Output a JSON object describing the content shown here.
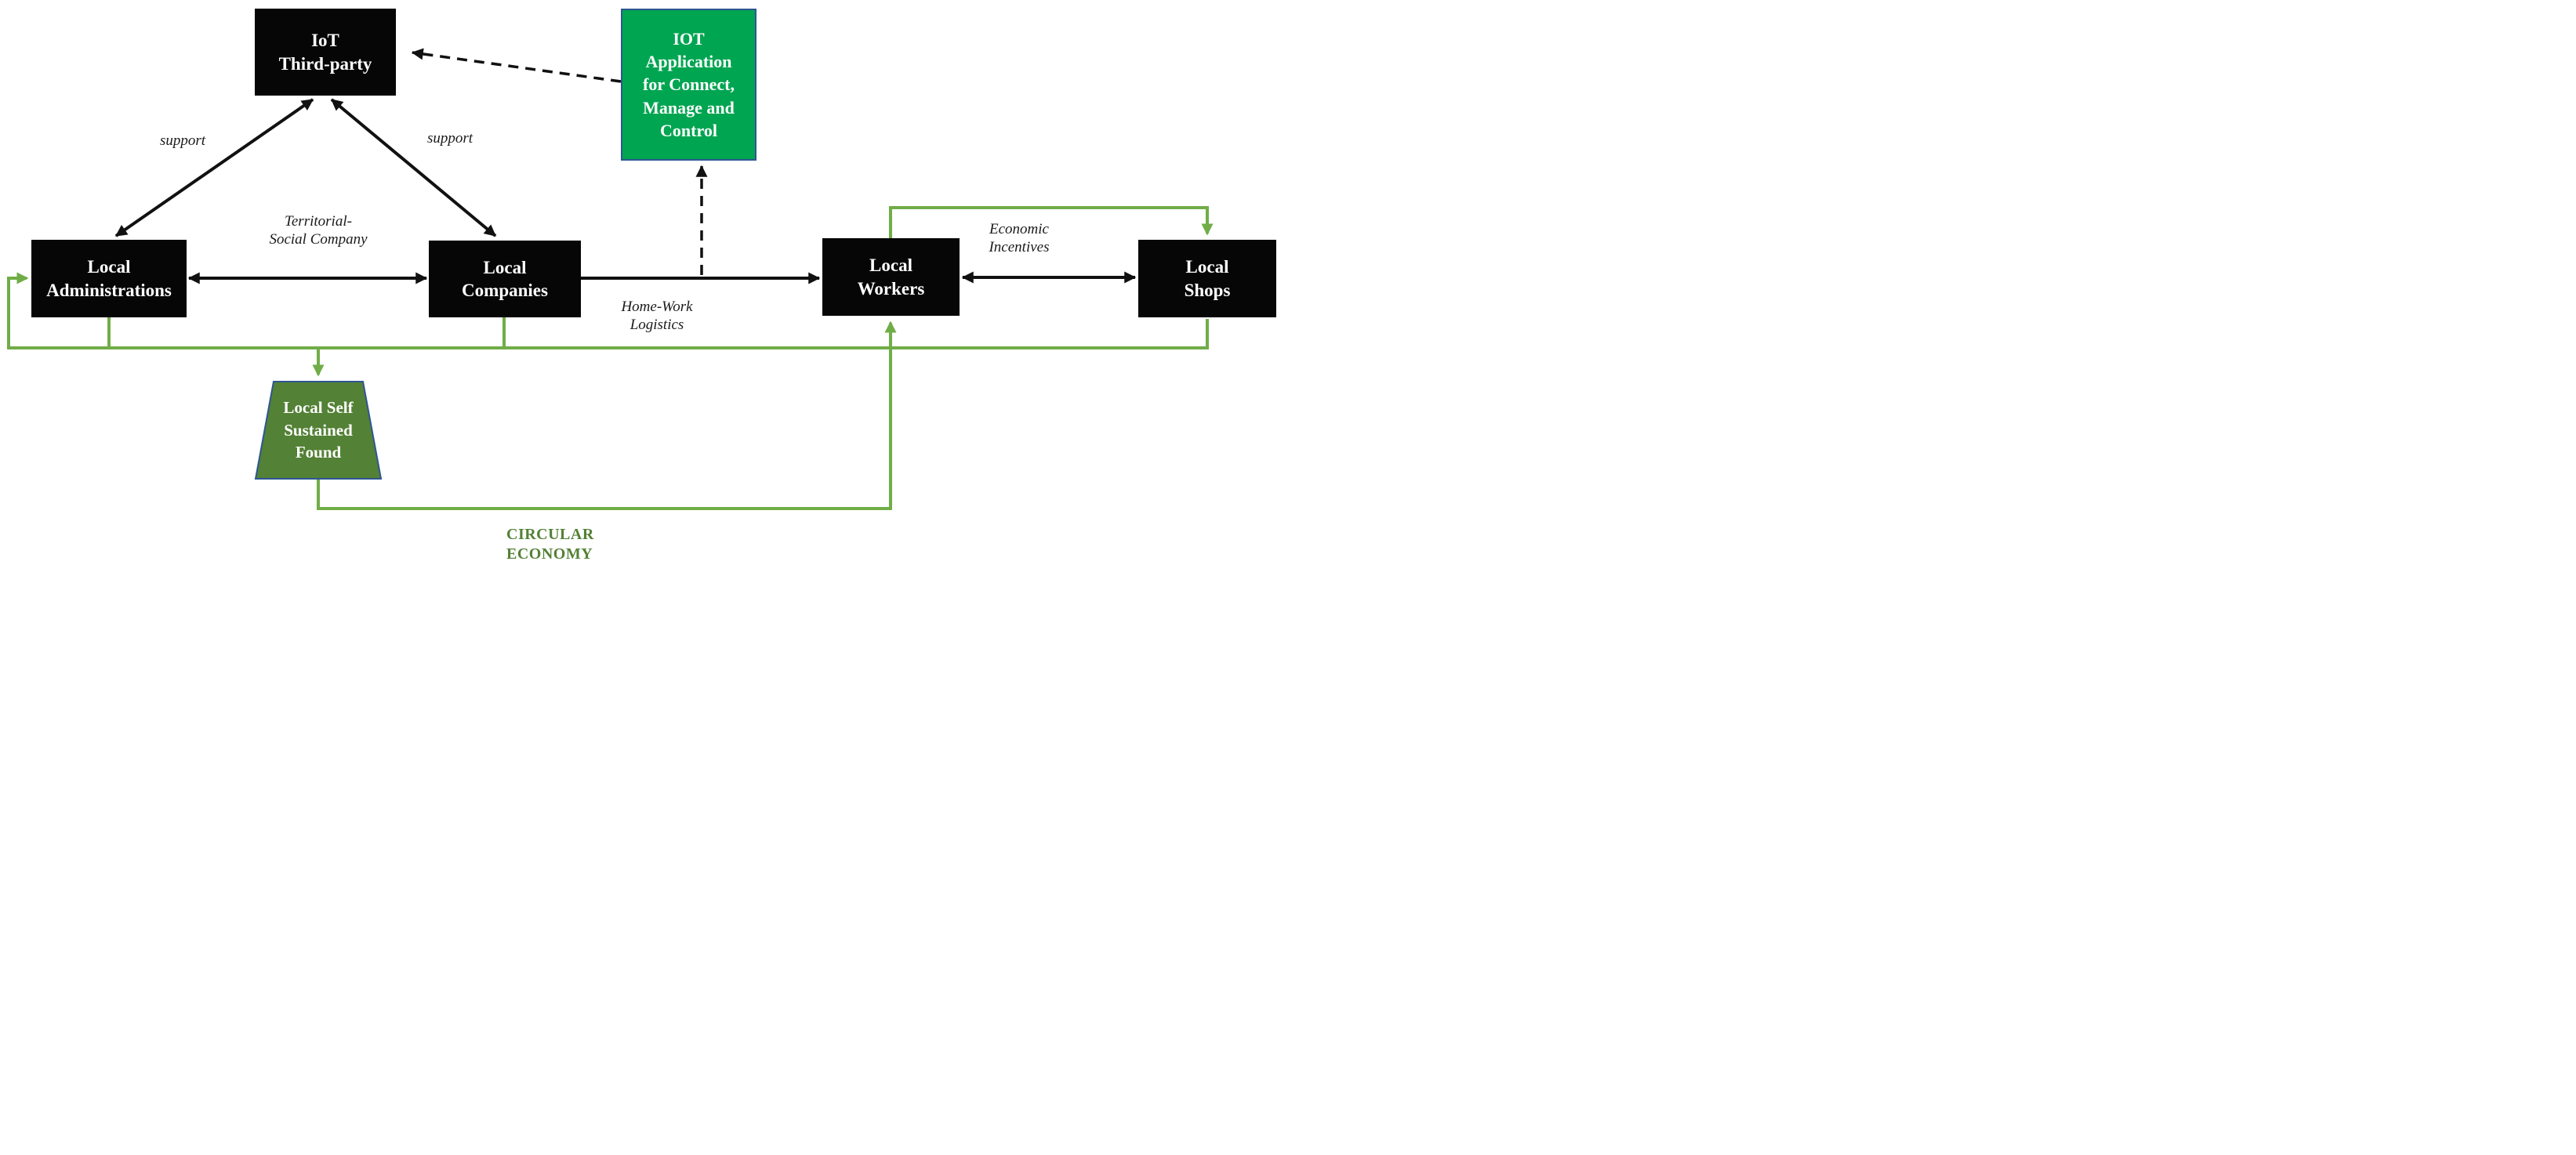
{
  "diagram": {
    "nodes": {
      "iot_third_party": {
        "label": "IoT\nThird-party"
      },
      "iot_application": {
        "label": "IOT\nApplication\nfor Connect,\nManage and\nControl"
      },
      "local_administrations": {
        "label": "Local\nAdministrations"
      },
      "local_companies": {
        "label": "Local\nCompanies"
      },
      "local_workers": {
        "label": "Local\nWorkers"
      },
      "local_shops": {
        "label": "Local\nShops"
      },
      "local_fund": {
        "label": "Local Self\nSustained\nFound"
      }
    },
    "edge_labels": {
      "support_left": "support",
      "support_right": "support",
      "territorial": "Territorial-\nSocial Company",
      "home_work": "Home-Work\nLogistics",
      "economic": "Economic\nIncentives",
      "circular": "CIRCULAR\nECONOMY"
    },
    "colors": {
      "node_black": "#060606",
      "accent_green": "#00A551",
      "olive_green": "#538135",
      "line_green": "#70AD47",
      "border_blue": "#2E5693",
      "caption_green": "#538135"
    }
  }
}
